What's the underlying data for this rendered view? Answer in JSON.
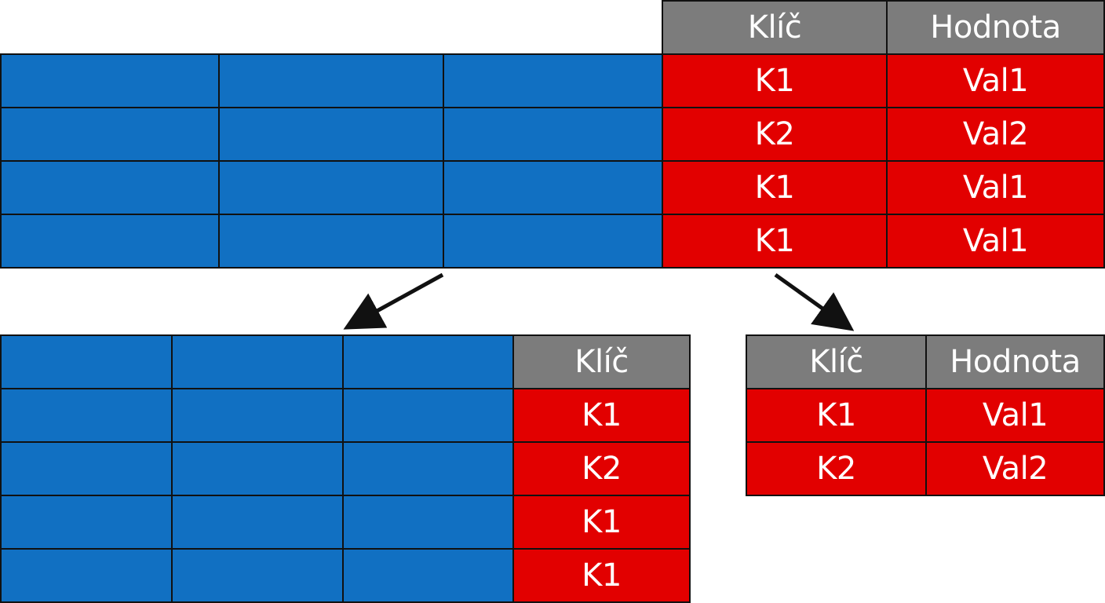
{
  "colors": {
    "row_fill": "#1170c2",
    "key_fill": "#e20000",
    "header_fill": "#7c7c7c",
    "border": "#111111",
    "text": "#ffffff",
    "arrow": "#111111"
  },
  "original_table": {
    "headers": {
      "key": "Klíč",
      "value": "Hodnota"
    },
    "rows": [
      {
        "key": "K1",
        "value": "Val1"
      },
      {
        "key": "K2",
        "value": "Val2"
      },
      {
        "key": "K1",
        "value": "Val1"
      },
      {
        "key": "K1",
        "value": "Val1"
      }
    ]
  },
  "fact_table": {
    "headers": {
      "key": "Klíč"
    },
    "rows": [
      {
        "key": "K1"
      },
      {
        "key": "K2"
      },
      {
        "key": "K1"
      },
      {
        "key": "K1"
      }
    ]
  },
  "lookup_table": {
    "headers": {
      "key": "Klíč",
      "value": "Hodnota"
    },
    "rows": [
      {
        "key": "K1",
        "value": "Val1"
      },
      {
        "key": "K2",
        "value": "Val2"
      }
    ]
  }
}
